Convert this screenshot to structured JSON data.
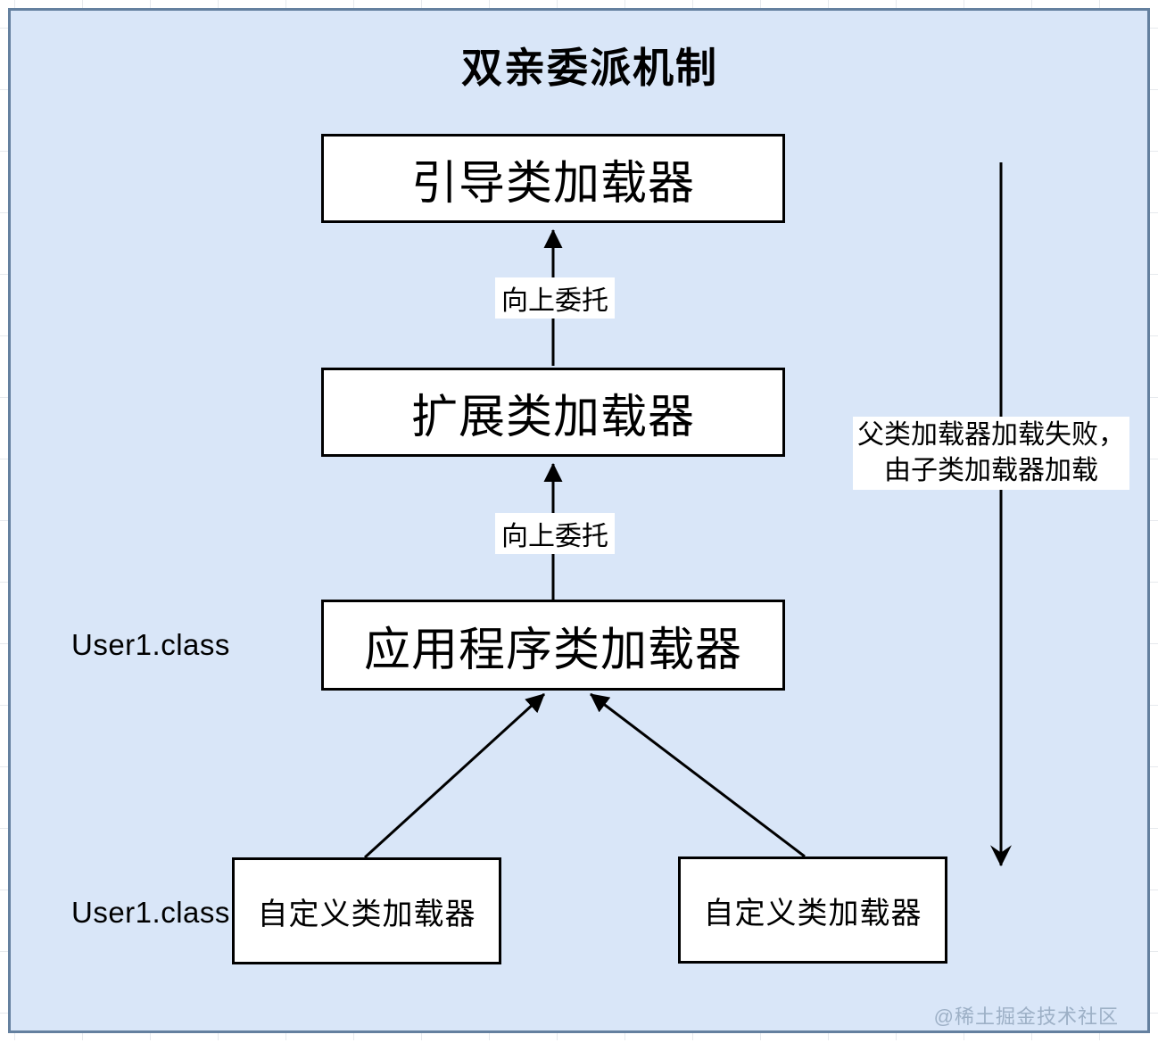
{
  "title": "双亲委派机制",
  "boxes": {
    "bootstrap": "引导类加载器",
    "extension": "扩展类加载器",
    "application": "应用程序类加载器",
    "custom_left": "自定义类加载器",
    "custom_right": "自定义类加载器"
  },
  "labels": {
    "delegate_up_1": "向上委托",
    "delegate_up_2": "向上委托",
    "parent_fail_line1": "父类加载器加载失败，",
    "parent_fail_line2": "由子类加载器加载",
    "user_class_top": "User1.class",
    "user_class_bottom": "User1.class"
  },
  "watermark": "@稀土掘金技术社区",
  "colors": {
    "canvas_fill": "#d9e6f8",
    "canvas_border": "#64809f",
    "box_fill": "#ffffff",
    "box_border": "#000000",
    "arrow": "#000000",
    "grid_line": "#e6e9ed",
    "watermark": "#9db0c6"
  }
}
